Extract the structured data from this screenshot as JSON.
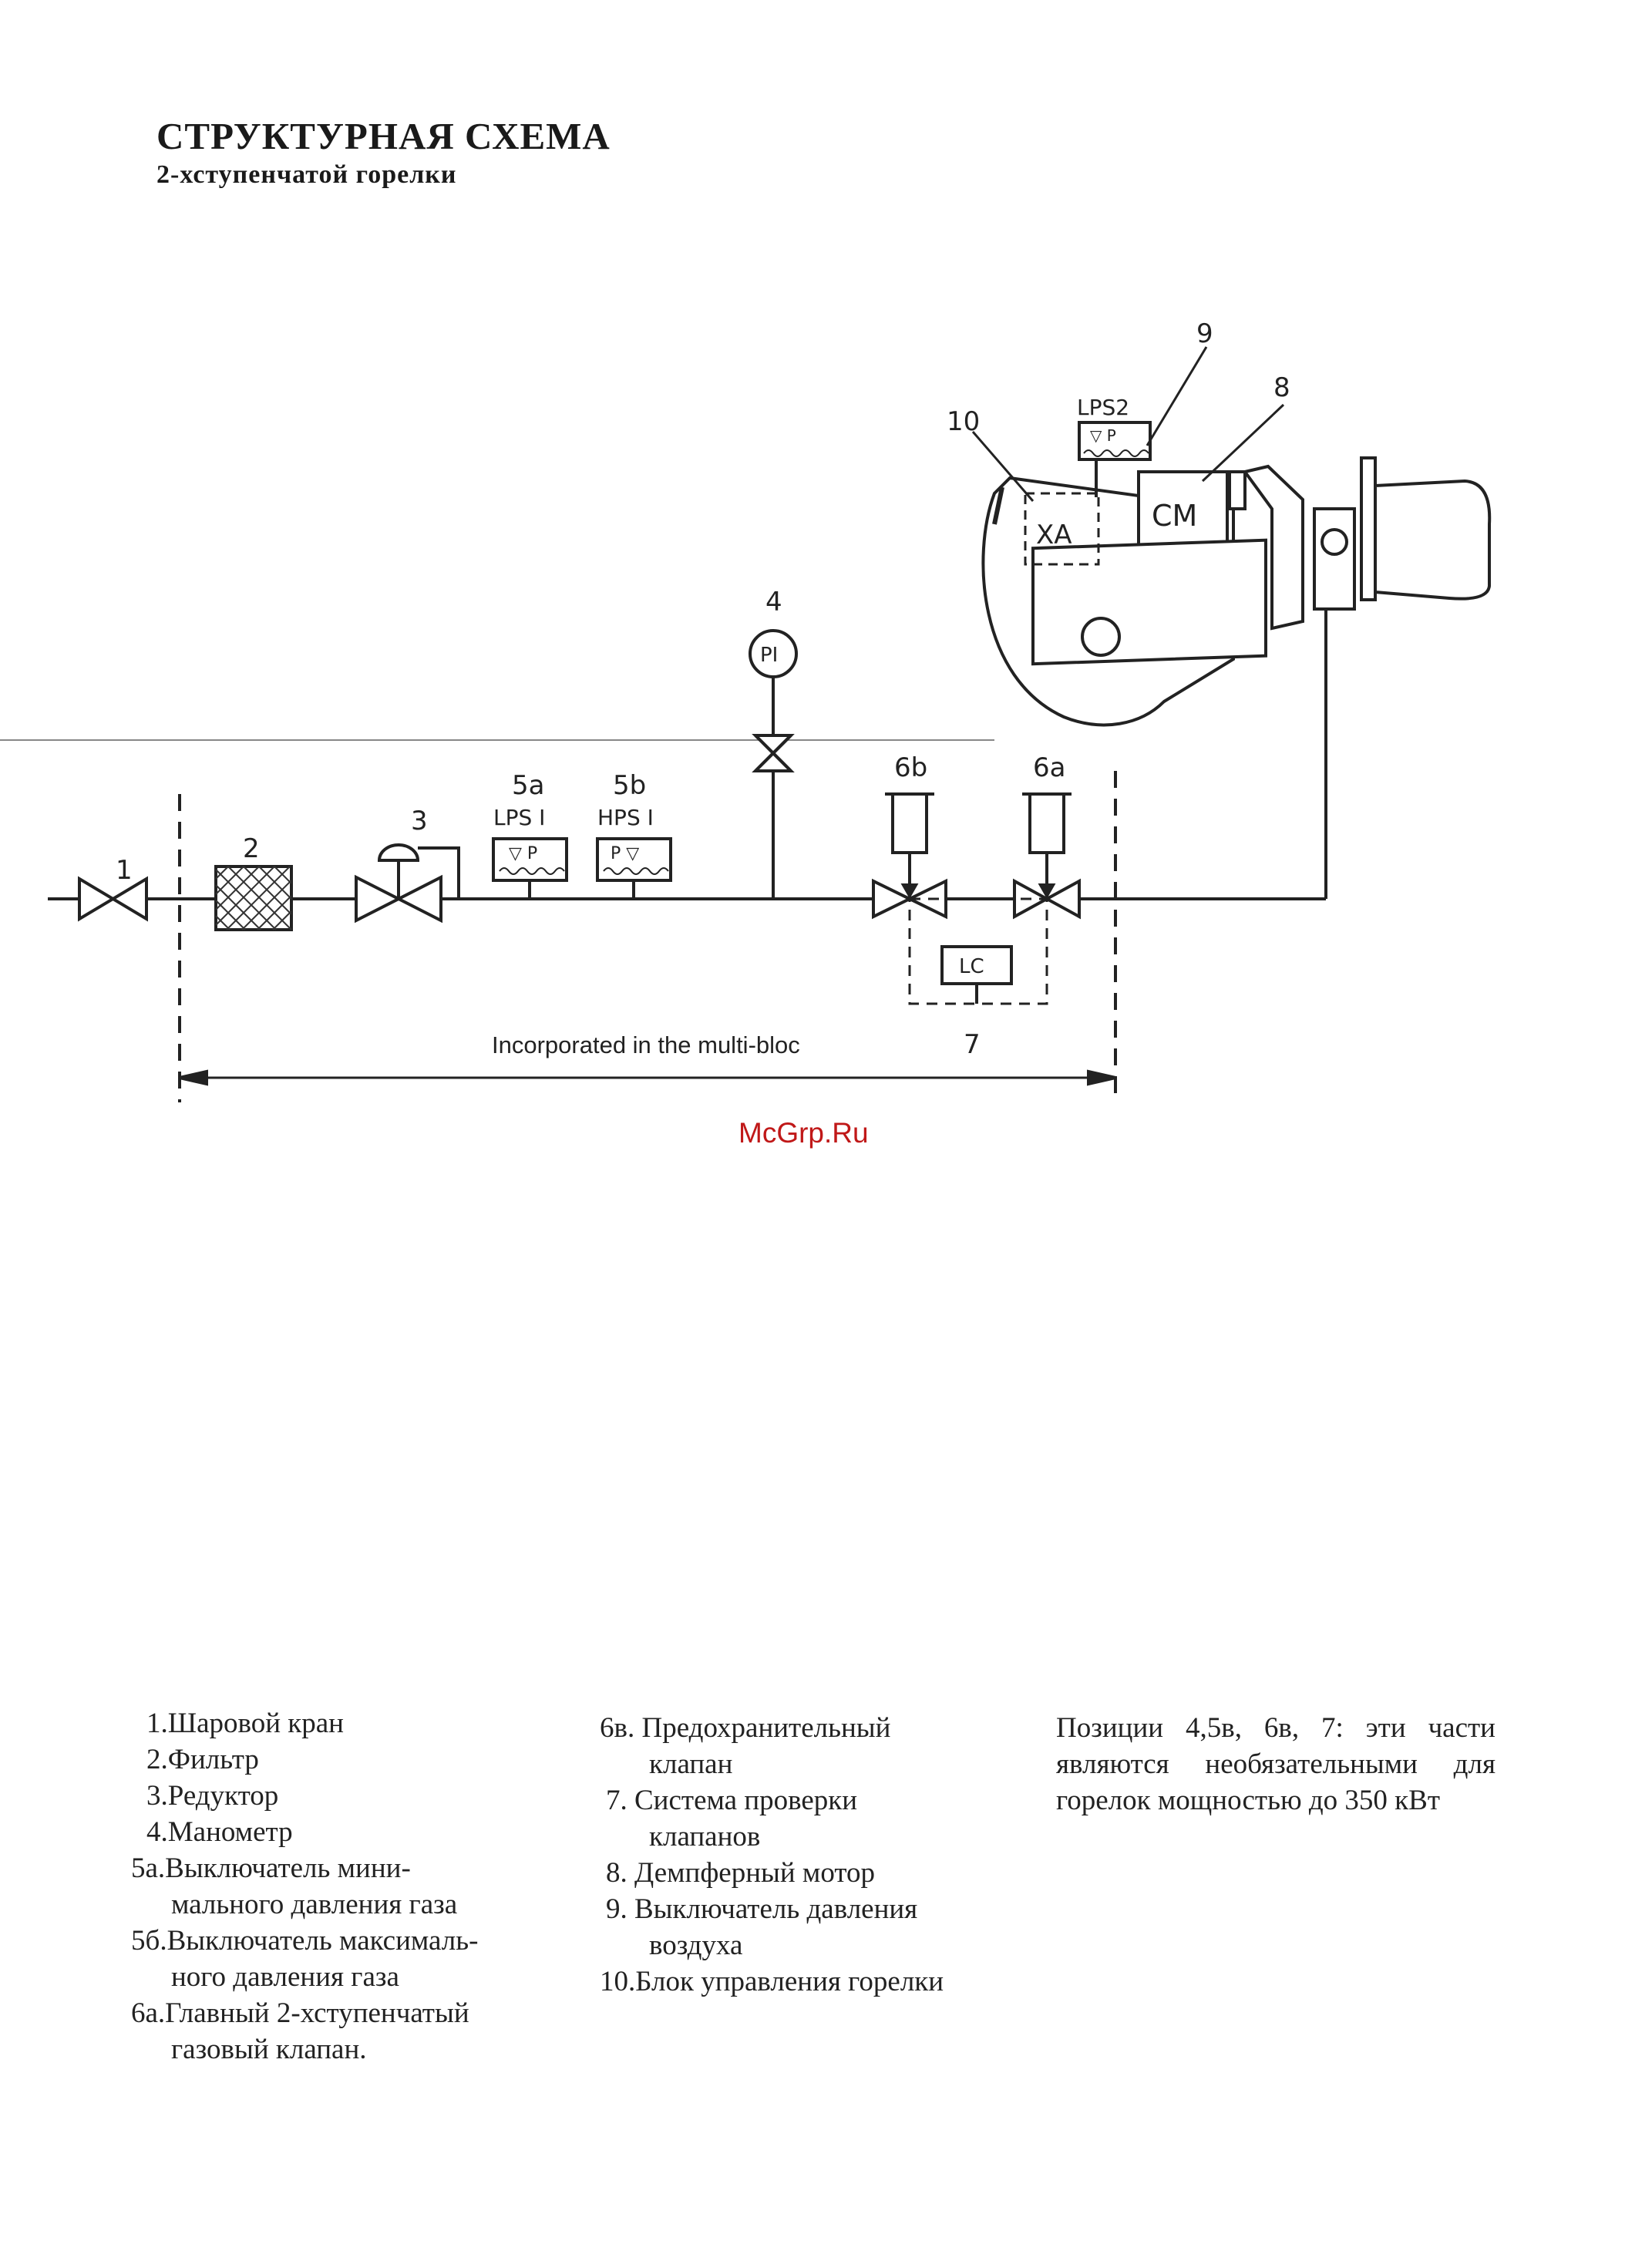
{
  "title": "СТРУКТУРНАЯ СХЕМА",
  "subtitle": "2-хступенчатой горелки",
  "diagram": {
    "labels": {
      "n1": "1",
      "n2": "2",
      "n3": "3",
      "n4": "4",
      "n5a": "5a",
      "n5b": "5b",
      "n6b": "6b",
      "n6a": "6a",
      "n7": "7",
      "n8": "8",
      "n9": "9",
      "n10": "10",
      "lps1": "LPS I",
      "hps1": "HPS I",
      "lps2": "LPS2",
      "pi": "PI",
      "lc": "LC",
      "xa": "XA",
      "cm": "CM",
      "sw_lps1": "▽ P",
      "sw_hps1": "P ▽",
      "sw_lps2": "▽ P",
      "incorporated": "Incorporated in the multi-bloc"
    }
  },
  "watermark": "McGrp.Ru",
  "legend": {
    "col1": [
      "1.Шаровой кран",
      "2.Фильтр",
      "3.Редуктор",
      "4.Манометр",
      "5a.Выключатель мини-",
      "мального давления газа",
      "5б.Выключатель максималь-",
      "ного  давления газа",
      "6a.Главный 2-хступенчатый",
      "газовый клапан."
    ],
    "col2": [
      "6в. Предохранительный",
      "клапан",
      "7.  Система проверки",
      "клапанов",
      "8. Демпферный мотор",
      "9. Выключатель давления",
      "воздуха",
      "10.Блок управления горелки"
    ],
    "note": "Позиции 4,5в, 6в, 7: эти части являются необязательными для горелок мощностью до 350 кВт"
  }
}
